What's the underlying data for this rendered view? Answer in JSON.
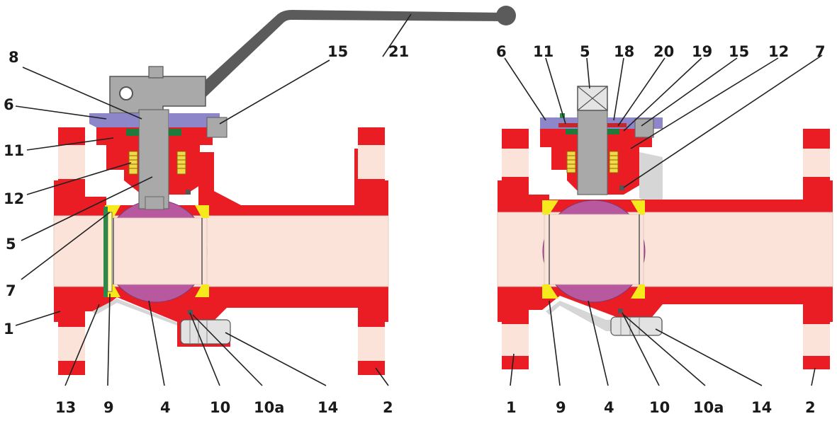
{
  "colors": {
    "body": "#ea1c24",
    "bore": "#fbe3d9",
    "ball": "#b8589f",
    "ball_light": "#cf86bd",
    "seat": "#f7ea1c",
    "stem": "#a9a9a9",
    "handle": "#5b5b5b",
    "gland": "#8d86c8",
    "packing": "#1f7a3c",
    "bonnet_shadow": "#d6d6d6",
    "leader": "#222222",
    "spring": "#e8c21a"
  },
  "left_view": {
    "labels": {
      "l8": "8",
      "l6": "6",
      "l11": "11",
      "l12": "12",
      "l5": "5",
      "l7": "7",
      "l1": "1",
      "l15": "15",
      "l21": "21",
      "l13": "13",
      "l9": "9",
      "l4": "4",
      "l10": "10",
      "l10a": "10a",
      "l14": "14",
      "l2": "2"
    }
  },
  "right_view": {
    "labels": {
      "l6": "6",
      "l11": "11",
      "l5": "5",
      "l18": "18",
      "l20": "20",
      "l19": "19",
      "l15": "15",
      "l12": "12",
      "l7": "7",
      "l1": "1",
      "l9": "9",
      "l4": "4",
      "l10": "10",
      "l10a": "10a",
      "l14": "14",
      "l2": "2"
    }
  }
}
